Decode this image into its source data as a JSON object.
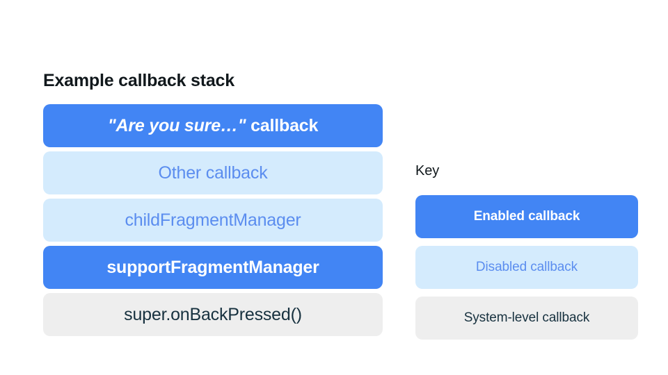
{
  "colors": {
    "background": "#ffffff",
    "enabled_fill": "#4285f4",
    "enabled_text": "#ffffff",
    "disabled_fill": "#d4ebfd",
    "disabled_text": "#5b8def",
    "system_fill": "#eeeeee",
    "system_text": "#17313f",
    "heading_text": "#11181c"
  },
  "stack": {
    "title": "Example callback stack",
    "items": [
      {
        "label": "\"Are you sure…\" callback",
        "quoted_part": "\"Are you sure…\"",
        "plain_part": " callback",
        "state": "enabled",
        "italic_quote": true
      },
      {
        "label": "Other callback",
        "state": "disabled",
        "italic_quote": false
      },
      {
        "label": "childFragmentManager",
        "state": "disabled",
        "italic_quote": false
      },
      {
        "label": "supportFragmentManager",
        "state": "enabled",
        "italic_quote": false
      },
      {
        "label": "super.onBackPressed()",
        "state": "system",
        "italic_quote": false
      }
    ]
  },
  "key": {
    "title": "Key",
    "items": [
      {
        "label": "Enabled callback",
        "state": "enabled"
      },
      {
        "label": "Disabled callback",
        "state": "disabled"
      },
      {
        "label": "System-level callback",
        "state": "system"
      }
    ]
  }
}
